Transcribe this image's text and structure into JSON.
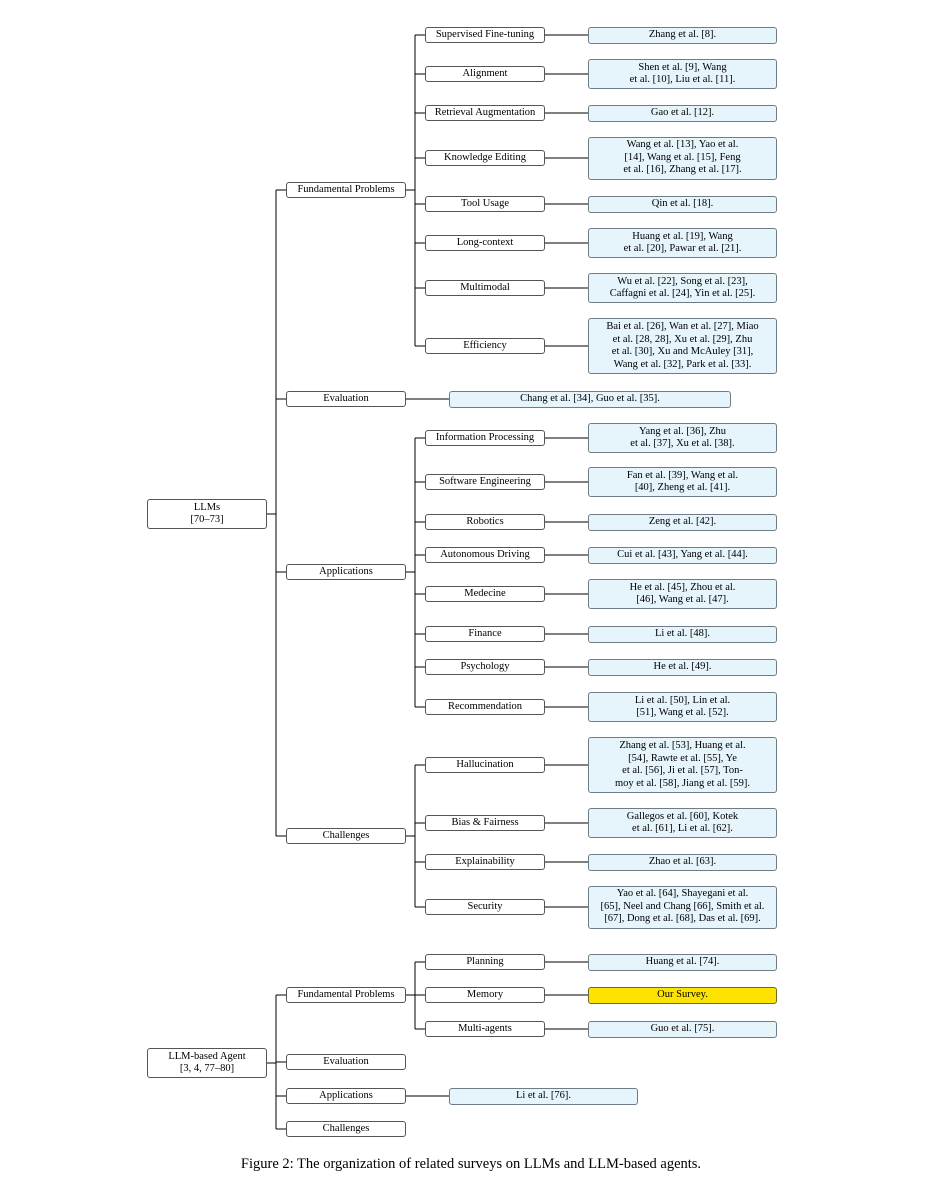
{
  "caption": "Figure 2: The organization of related surveys on LLMs and LLM-based agents.",
  "trees": [
    {
      "id": "llms",
      "root": {
        "label_lines": [
          "LLMs",
          "[70–73]"
        ]
      },
      "branches": [
        {
          "label": "Fundamental Problems",
          "children": [
            {
              "label": "Supervised Fine-tuning",
              "ref_lines": [
                "Zhang et al. [8]."
              ]
            },
            {
              "label": "Alignment",
              "ref_lines": [
                "Shen et al. [9], Wang",
                "et al. [10], Liu et al. [11]."
              ]
            },
            {
              "label": "Retrieval Augmentation",
              "ref_lines": [
                "Gao et al. [12]."
              ]
            },
            {
              "label": "Knowledge Editing",
              "ref_lines": [
                "Wang et al. [13], Yao et al.",
                "[14], Wang et al. [15], Feng",
                "et al. [16], Zhang et al. [17]."
              ]
            },
            {
              "label": "Tool Usage",
              "ref_lines": [
                "Qin et al. [18]."
              ]
            },
            {
              "label": "Long-context",
              "ref_lines": [
                "Huang et al. [19], Wang",
                "et al. [20], Pawar et al. [21]."
              ]
            },
            {
              "label": "Multimodal",
              "ref_lines": [
                "Wu et al. [22], Song et al. [23],",
                "Caffagni et al. [24], Yin et al. [25]."
              ]
            },
            {
              "label": "Efficiency",
              "ref_lines": [
                "Bai et al. [26], Wan et al. [27], Miao",
                "et al. [28, 28], Xu et al. [29], Zhu",
                "et al. [30], Xu and McAuley [31],",
                "Wang et al. [32], Park et al. [33]."
              ]
            }
          ]
        },
        {
          "label": "Evaluation",
          "ref_lines": [
            "Chang et al. [34], Guo et al. [35]."
          ]
        },
        {
          "label": "Applications",
          "children": [
            {
              "label": "Information Processing",
              "ref_lines": [
                "Yang et al. [36], Zhu",
                "et al. [37], Xu et al. [38]."
              ]
            },
            {
              "label": "Software Engineering",
              "ref_lines": [
                "Fan et al. [39], Wang et al.",
                "[40], Zheng et al. [41]."
              ]
            },
            {
              "label": "Robotics",
              "ref_lines": [
                "Zeng et al. [42]."
              ]
            },
            {
              "label": "Autonomous Driving",
              "ref_lines": [
                "Cui et al. [43], Yang et al. [44]."
              ]
            },
            {
              "label": "Medecine",
              "ref_lines": [
                "He et al. [45], Zhou et al.",
                "[46], Wang et al. [47]."
              ]
            },
            {
              "label": "Finance",
              "ref_lines": [
                "Li et al. [48]."
              ]
            },
            {
              "label": "Psychology",
              "ref_lines": [
                "He et al. [49]."
              ]
            },
            {
              "label": "Recommendation",
              "ref_lines": [
                "Li et al. [50], Lin et al.",
                "[51], Wang et al. [52]."
              ]
            }
          ]
        },
        {
          "label": "Challenges",
          "children": [
            {
              "label": "Hallucination",
              "ref_lines": [
                "Zhang et al. [53], Huang et al.",
                "[54], Rawte et al. [55], Ye",
                "et al. [56], Ji et al. [57], Ton-",
                "moy et al. [58], Jiang et al. [59]."
              ]
            },
            {
              "label": "Bias & Fairness",
              "ref_lines": [
                "Gallegos et al. [60], Kotek",
                "et al. [61], Li et al. [62]."
              ]
            },
            {
              "label": "Explainability",
              "ref_lines": [
                "Zhao et al. [63]."
              ]
            },
            {
              "label": "Security",
              "ref_lines": [
                "Yao et al. [64], Shayegani et al.",
                "[65], Neel and Chang [66], Smith et al.",
                "[67], Dong et al. [68], Das et al. [69]."
              ]
            }
          ]
        }
      ]
    },
    {
      "id": "agent",
      "root": {
        "label_lines": [
          "LLM-based Agent",
          "[3, 4, 77–80]"
        ]
      },
      "branches": [
        {
          "label": "Fundamental Problems",
          "children": [
            {
              "label": "Planning",
              "ref_lines": [
                "Huang et al. [74]."
              ]
            },
            {
              "label": "Memory",
              "ref_lines": [
                "Our Survey."
              ],
              "highlight": true
            },
            {
              "label": "Multi-agents",
              "ref_lines": [
                "Guo et al. [75]."
              ]
            }
          ]
        },
        {
          "label": "Evaluation"
        },
        {
          "label": "Applications",
          "ref_lines": [
            "Li et al. [76]."
          ]
        },
        {
          "label": "Challenges"
        }
      ]
    }
  ],
  "colors": {
    "ref_fill": "#e6f4fb",
    "highlight_fill": "#fde400",
    "line": "#000000"
  }
}
